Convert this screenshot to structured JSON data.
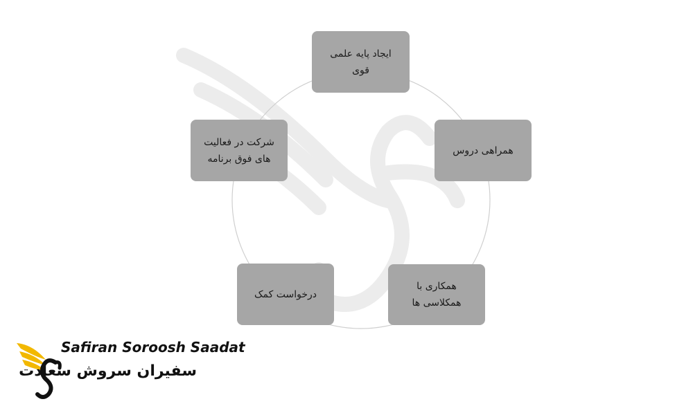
{
  "diagram": {
    "type": "cycle",
    "nodes": [
      {
        "id": "n1",
        "lines": [
          "ایجاد پایه علمی",
          "قوی"
        ]
      },
      {
        "id": "n2",
        "lines": [
          "همراهی دروس"
        ]
      },
      {
        "id": "n3",
        "lines": [
          "همکاری با",
          "همکلاسی ها"
        ]
      },
      {
        "id": "n4",
        "lines": [
          "درخواست کمک"
        ]
      },
      {
        "id": "n5",
        "lines": [
          "شرکت در فعالیت",
          "های فوق برنامه"
        ]
      }
    ]
  },
  "brand": {
    "name_en": "Safiran Soroosh Saadat",
    "name_fa": "سفیران سروش سعادت"
  },
  "colors": {
    "node_fill": "#a6a6a6",
    "cycle_stroke": "#cfcfcf",
    "watermark": "#e9e9e9",
    "logo_gold": "#f2b800"
  }
}
